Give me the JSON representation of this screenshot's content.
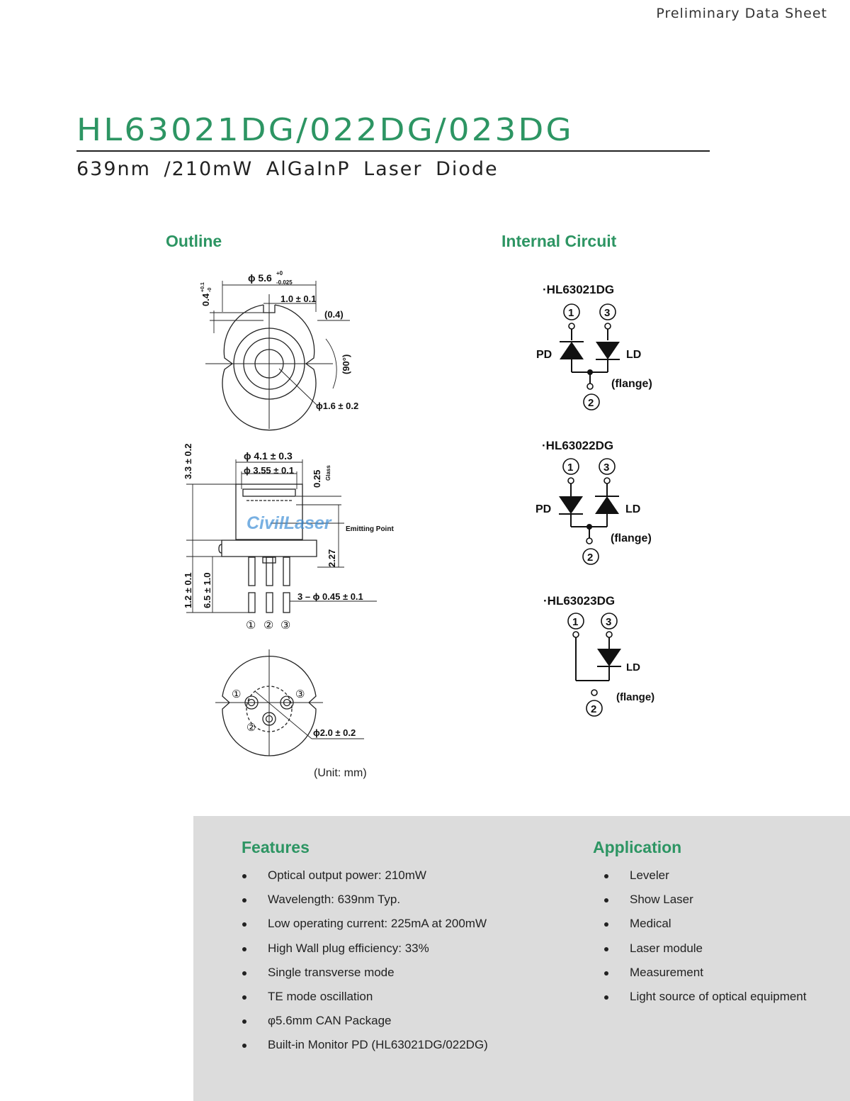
{
  "header": {
    "note": "Preliminary Data Sheet"
  },
  "title": "HL63021DG/022DG/023DG",
  "subtitle": "639nm /210mW   AlGaInP Laser Diode",
  "outline": {
    "heading": "Outline",
    "unit": "(Unit: mm)",
    "top_view": {
      "dia": "ϕ 5.6",
      "dia_tol_plus": "+0",
      "dia_tol_minus": "-0.025",
      "notch_width": "1.0 ± 0.1",
      "notch_depth": "(0.4)",
      "height_tol": "0.4",
      "height_tol_plus": "+0.1",
      "height_tol_minus": "-0",
      "angle": "(90°)",
      "window_dia": "ϕ1.6 ± 0.2"
    },
    "side_view": {
      "cap_dia": "ϕ 4.1 ± 0.3",
      "window_dia": "ϕ 3.55 ± 0.1",
      "glass_thk": "0.25",
      "glass_label": "Glass",
      "cap_height": "3.3 ± 0.2",
      "emitting_point": "Emitting Point",
      "flange_height": "2.27",
      "pin_short": "1.2 ± 0.1",
      "pin_long": "6.5 ± 1.0",
      "pin_dia": "3 – ϕ 0.45 ± 0.1",
      "pins": [
        "①",
        "②",
        "③"
      ],
      "watermark": "CivilLaser"
    },
    "bottom_view": {
      "pins": [
        "①",
        "②",
        "③"
      ],
      "pcd": "ϕ2.0 ± 0.2"
    }
  },
  "internal_circuit": {
    "heading": "Internal Circuit",
    "diagrams": [
      {
        "label": "·HL63021DG",
        "pin1": "1",
        "pin2": "2",
        "pin3": "3",
        "pd": "PD",
        "ld": "LD",
        "flange": "(flange)"
      },
      {
        "label": "·HL63022DG",
        "pin1": "1",
        "pin2": "2",
        "pin3": "3",
        "pd": "PD",
        "ld": "LD",
        "flange": "(flange)"
      },
      {
        "label": "·HL63023DG",
        "pin1": "1",
        "pin2": "2",
        "pin3": "3",
        "ld": "LD",
        "flange": "(flange)"
      }
    ]
  },
  "features": {
    "heading": "Features",
    "items": [
      "Optical output power: 210mW",
      "Wavelength: 639nm Typ.",
      "Low operating current: 225mA at 200mW",
      "High Wall plug efficiency: 33%",
      "Single transverse mode",
      "TE mode oscillation",
      "φ5.6mm CAN Package",
      "Built-in Monitor PD (HL63021DG/022DG)"
    ]
  },
  "application": {
    "heading": "Application",
    "items": [
      "Leveler",
      "Show Laser",
      "Medical",
      "Laser module",
      "Measurement",
      "Light source of optical equipment"
    ]
  },
  "colors": {
    "accent_green": "#2d9563",
    "panel_gray": "#dcdcdc"
  }
}
